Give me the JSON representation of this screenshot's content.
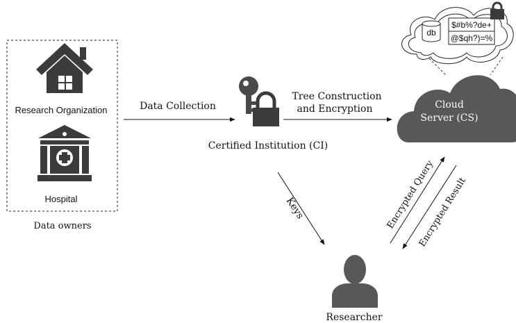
{
  "data_owners": {
    "org_label": "Research Organization",
    "hospital_label": "Hospital",
    "group_label": "Data owners"
  },
  "edges": {
    "data_collection": "Data Collection",
    "tree_line1": "Tree Construction",
    "tree_line2": "and Encryption",
    "keys": "Keys",
    "encrypted_query": "Encrypted Query",
    "encrypted_result": "Encrypted Result"
  },
  "nodes": {
    "ci_label": "Certified Institution (CI)",
    "cloud_line1": "Cloud",
    "cloud_line2": "Server (CS)",
    "researcher_label": "Researcher"
  },
  "storage": {
    "db_label": "db",
    "cipher_line1": "$#b%?de+",
    "cipher_line2": "@$qh?)=%"
  },
  "icons": {
    "house": "house-icon",
    "hospital": "hospital-icon",
    "key": "key-icon",
    "padlock": "padlock-icon",
    "cloud": "cloud-icon",
    "researcher": "person-icon"
  },
  "colors": {
    "icon": "#3b3b3b",
    "cloud_fill": "#585858",
    "line": "#111111"
  }
}
